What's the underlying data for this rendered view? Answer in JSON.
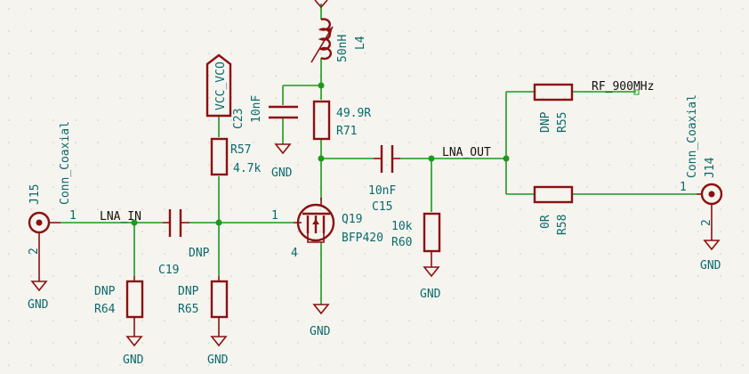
{
  "colors": {
    "background": "#f5f4ef",
    "grid_dot": "#c9c8c2",
    "wire": "#1b9a1b",
    "symbol": "#8b1010",
    "label_text": "#0a6a6a",
    "net_text": "#111111"
  },
  "gnd_label": "GND",
  "nets": {
    "lna_in": "LNA_IN",
    "lna_out": "LNA_OUT",
    "rf": "RF_900MHz"
  },
  "power": {
    "vcc": "VCC_VCO"
  },
  "components": {
    "j15": {
      "ref": "J15",
      "value": "Conn_Coaxial",
      "pin1": "1",
      "pin2": "2"
    },
    "j14": {
      "ref": "J14",
      "value": "Conn_Coaxial",
      "pin1": "1",
      "pin2": "2"
    },
    "c19": {
      "ref": "C19",
      "value": "DNP"
    },
    "r64": {
      "ref": "R64",
      "value": "DNP"
    },
    "r65": {
      "ref": "R65",
      "value": "DNP"
    },
    "r57": {
      "ref": "R57",
      "value": "4.7k"
    },
    "c23": {
      "ref": "C23",
      "value": "10nF"
    },
    "l4": {
      "ref": "L4",
      "value": "50nH"
    },
    "r71": {
      "ref": "R71",
      "value": "49.9R"
    },
    "q19": {
      "ref": "Q19",
      "value": "BFP420",
      "pin1": "1",
      "pin4": "4"
    },
    "c15": {
      "ref": "C15",
      "value": "10nF"
    },
    "r60": {
      "ref": "R60",
      "value": "10k"
    },
    "r55": {
      "ref": "R55",
      "value": "DNP"
    },
    "r58": {
      "ref": "R58",
      "value": "0R"
    }
  }
}
